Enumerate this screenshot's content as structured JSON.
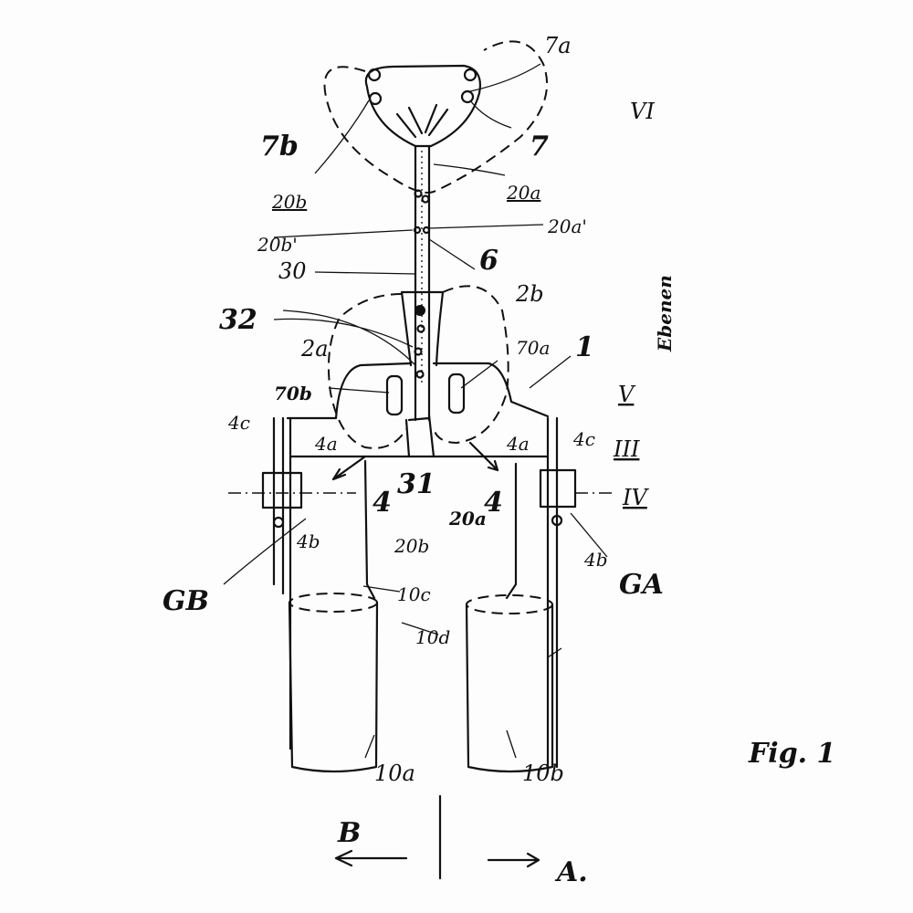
{
  "figure": {
    "title": "Fig. 1",
    "planes_label": "Ebenen",
    "labels": {
      "l7a": "7a",
      "l7b": "7b",
      "l7": "7",
      "lVI": "VI",
      "l20b": "20b",
      "l20a": "20a",
      "l20b_prime": "20b'",
      "l20a_prime": "20a'",
      "l6": "6",
      "l30": "30",
      "l32": "32",
      "l2b": "2b",
      "l2a": "2a",
      "l70a": "70a",
      "l1": "1",
      "l70b": "70b",
      "lV": "V",
      "l4c_left": "4c",
      "l4a_left": "4a",
      "l4a_right": "4a",
      "l4c_right": "4c",
      "lIII": "III",
      "l31": "31",
      "lIV": "IV",
      "l4_left": "4",
      "l4_right": "4",
      "l20a_low": "20a",
      "l20b_low": "20b",
      "lGB": "GB",
      "lGA": "GA",
      "l4b_left": "4b",
      "l4b_right": "4b",
      "l10c": "10c",
      "l10d": "10d",
      "l10a": "10a",
      "l10b": "10b"
    },
    "directions": {
      "left": "B",
      "right": "A."
    }
  }
}
